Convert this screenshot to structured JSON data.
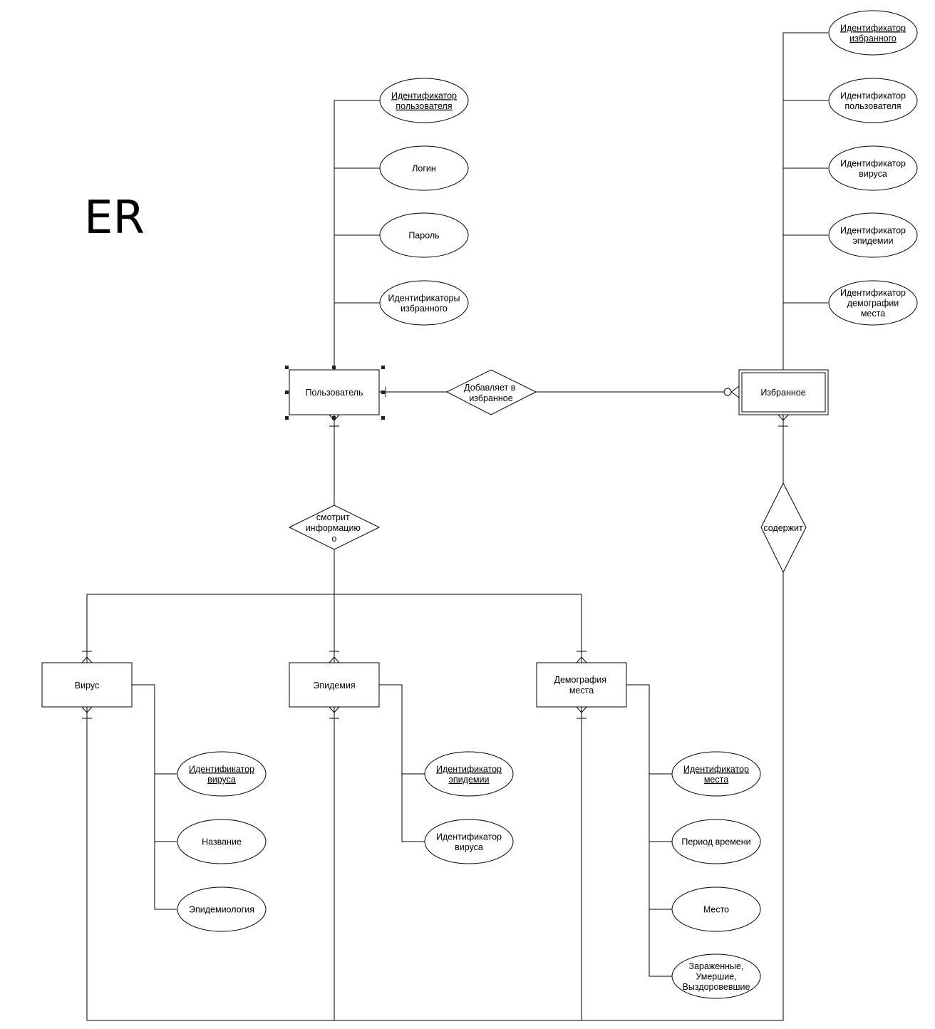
{
  "title": "ER",
  "entities": {
    "user": "Пользователь",
    "favorites": "Избранное",
    "virus": "Вирус",
    "epidemic": "Эпидемия",
    "demography": [
      "Демография",
      "места"
    ]
  },
  "relationships": {
    "adds": [
      "Добавляет в",
      "избранное"
    ],
    "views": [
      "смотрит",
      "информацию",
      "о"
    ],
    "contains": "содержит"
  },
  "attributes": {
    "user": [
      {
        "lines": [
          "Идентификатор",
          "пользователя"
        ],
        "key": true
      },
      {
        "lines": [
          "Логин"
        ],
        "key": false
      },
      {
        "lines": [
          "Пароль"
        ],
        "key": false
      },
      {
        "lines": [
          "Идентификаторы",
          "избранного"
        ],
        "key": false
      }
    ],
    "favorites": [
      {
        "lines": [
          "Идентификатор",
          "избранного"
        ],
        "key": true
      },
      {
        "lines": [
          "Идентификатор",
          "пользователя"
        ],
        "key": false
      },
      {
        "lines": [
          "Идентификатор",
          "вируса"
        ],
        "key": false
      },
      {
        "lines": [
          "Идентификатор",
          "эпидемии"
        ],
        "key": false
      },
      {
        "lines": [
          "Идентификатор",
          "демографии",
          "места"
        ],
        "key": false
      }
    ],
    "virus": [
      {
        "lines": [
          "Идентификатор",
          "вируса"
        ],
        "key": true
      },
      {
        "lines": [
          "Название"
        ],
        "key": false
      },
      {
        "lines": [
          "Эпидемиология"
        ],
        "key": false
      }
    ],
    "epidemic": [
      {
        "lines": [
          "Идентификатор",
          "эпидемии"
        ],
        "key": true
      },
      {
        "lines": [
          "Идентификатор",
          "вируса"
        ],
        "key": false
      }
    ],
    "demography": [
      {
        "lines": [
          "Идентификатор",
          "места"
        ],
        "key": true
      },
      {
        "lines": [
          "Период времени"
        ],
        "key": false
      },
      {
        "lines": [
          "Место"
        ],
        "key": false
      },
      {
        "lines": [
          "Зараженные,",
          "Умершие,",
          "Выздоровевшие"
        ],
        "key": false
      }
    ]
  }
}
